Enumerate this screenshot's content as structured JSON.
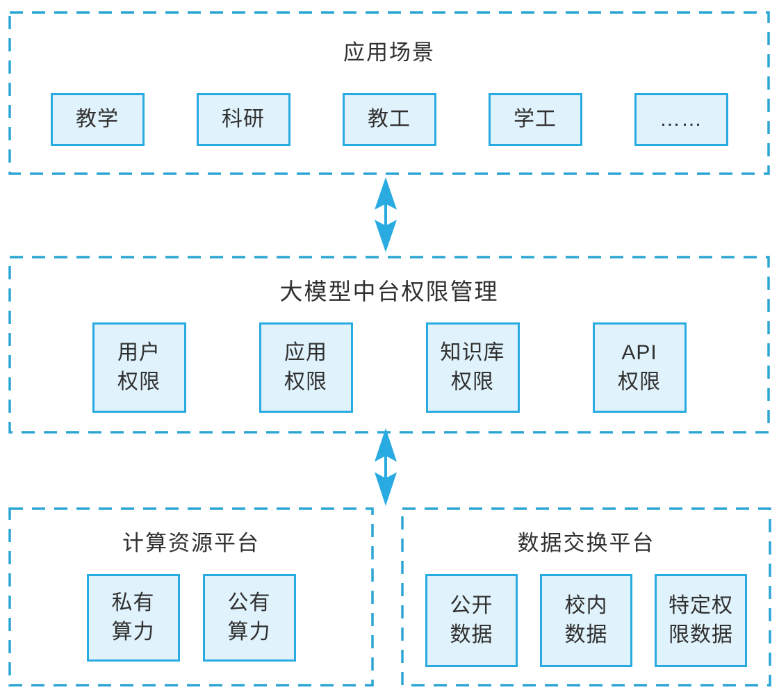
{
  "colors": {
    "dash": "#2ba6d4",
    "accent": "#29abe2",
    "box_fill": "#e0f2fb",
    "text": "#303030",
    "bg": "#ffffff"
  },
  "sections": {
    "scenarios": {
      "title": "应用场景",
      "boxes": [
        {
          "label": "教学"
        },
        {
          "label": "科研"
        },
        {
          "label": "教工"
        },
        {
          "label": "学工"
        },
        {
          "label": "……"
        }
      ]
    },
    "permissions": {
      "title": "大模型中台权限管理",
      "boxes": [
        {
          "line1": "用户",
          "line2": "权限"
        },
        {
          "line1": "应用",
          "line2": "权限"
        },
        {
          "line1": "知识库",
          "line2": "权限"
        },
        {
          "line1": "API",
          "line2": "权限"
        }
      ]
    },
    "computing": {
      "title": "计算资源平台",
      "boxes": [
        {
          "line1": "私有",
          "line2": "算力"
        },
        {
          "line1": "公有",
          "line2": "算力"
        }
      ]
    },
    "data_exchange": {
      "title": "数据交换平台",
      "boxes": [
        {
          "line1": "公开",
          "line2": "数据"
        },
        {
          "line1": "校内",
          "line2": "数据"
        },
        {
          "line1": "特定权",
          "line2": "限数据"
        }
      ]
    }
  }
}
